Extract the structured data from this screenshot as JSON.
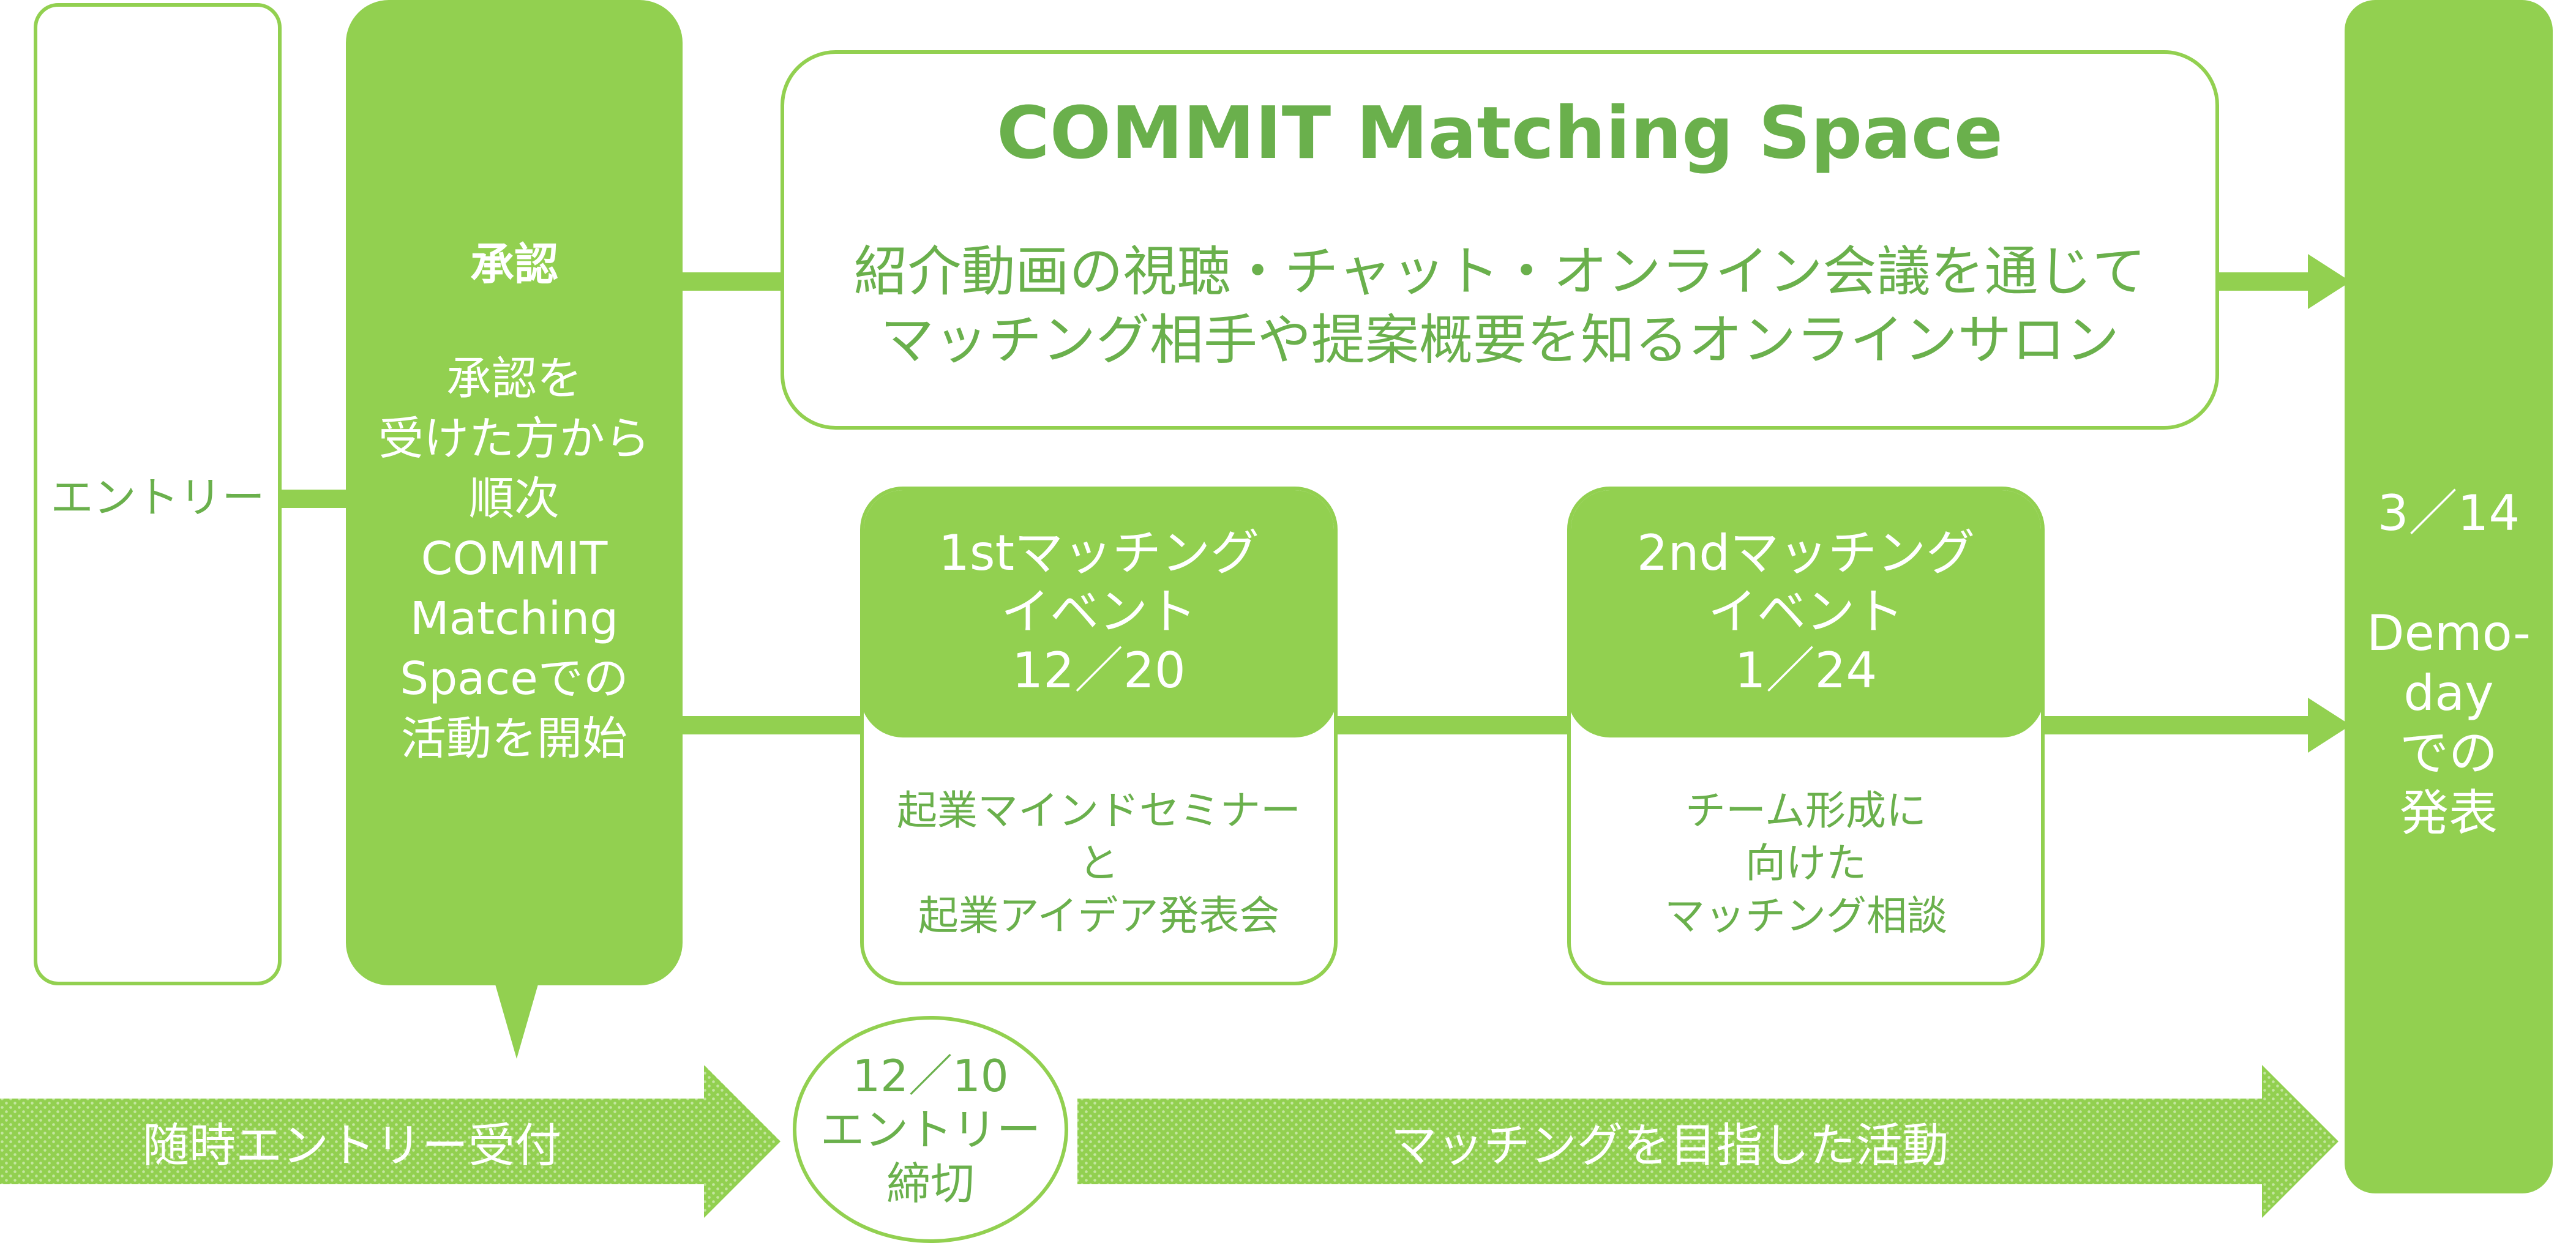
{
  "colors": {
    "accent": "#92d050",
    "accent_text": "#6ab04c",
    "white": "#ffffff"
  },
  "entry_box": {
    "label": "エントリー"
  },
  "approval_box": {
    "title": "承認",
    "body": "承認を\n受けた方から\n順次\nCOMMIT\nMatching\nSpaceでの\n活動を開始"
  },
  "matching_space": {
    "title": "COMMIT Matching Space",
    "description": "紹介動画の視聴・チャット・オンライン会議を通じて\nマッチング相手や提案概要を知るオンラインサロン"
  },
  "events": [
    {
      "header": "1stマッチング\nイベント\n12／20",
      "body": "起業マインドセミナー\nと\n起業アイデア発表会"
    },
    {
      "header": "2ndマッチング\nイベント\n1／24",
      "body": "チーム形成に\n向けた\nマッチング相談"
    }
  ],
  "demo_day": {
    "label": "3／14\n\nDemo-\nday\nでの\n発表"
  },
  "timeline": {
    "arrow1_label": "随時エントリー受付",
    "deadline": "12／10\nエントリー\n締切",
    "arrow2_label": "マッチングを目指した活動"
  }
}
